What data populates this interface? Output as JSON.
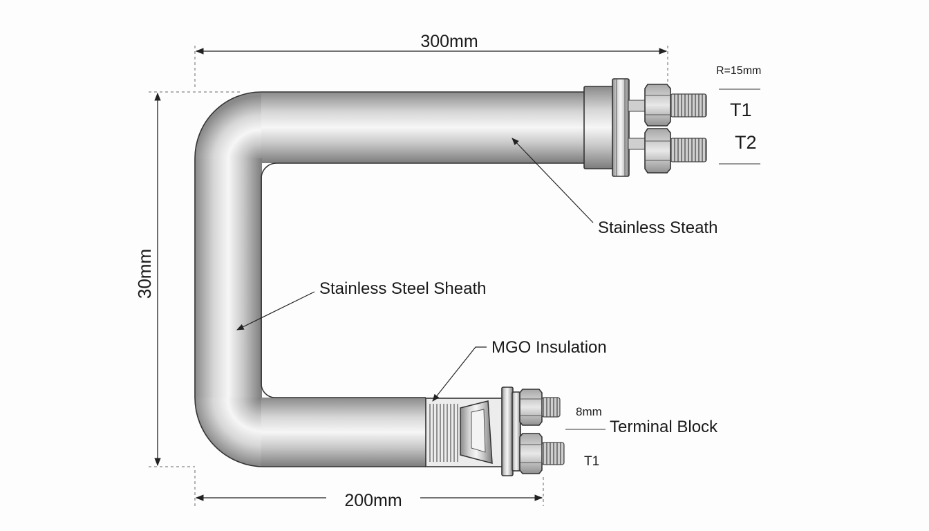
{
  "dimensions": {
    "top": "300mm",
    "left": "30mm",
    "bottom": "200mm",
    "radius": "R=15mm",
    "terminal_gap": "8mm"
  },
  "terminals": {
    "top_upper": "T1",
    "top_lower": "T2",
    "bottom": "T1"
  },
  "labels": {
    "sheath_top": "Stainless Steath",
    "sheath_left": "Stainless Steel Sheath",
    "insulation": "MGO Insulation",
    "terminal_block": "Terminal Block"
  },
  "colors": {
    "metal_dark": "#8c8c8c",
    "metal_light": "#f4f4f4",
    "line": "#222222"
  }
}
